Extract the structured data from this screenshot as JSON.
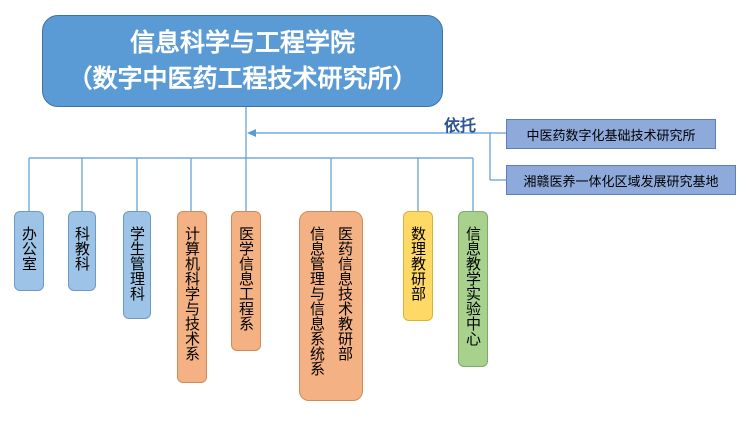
{
  "root": {
    "line1": "信息科学与工程学院",
    "line2": "（数字中医药工程技术研究所）"
  },
  "relation_label": "依托",
  "external_units": [
    "中医药数字化基础技术研究所",
    "湘赣医养一体化区域发展研究基地"
  ],
  "departments": [
    {
      "name": "办公室",
      "color": "#9dc3e6"
    },
    {
      "name": "科教科",
      "color": "#9dc3e6"
    },
    {
      "name": "学生管理科",
      "color": "#9dc3e6"
    },
    {
      "name": "计算机科学与技术系",
      "color": "#f4b183"
    },
    {
      "name": "医学信息工程系",
      "color": "#f4b183"
    },
    {
      "name": "医药信息技术教研部",
      "name2": "信息管理与信息系统系",
      "color": "#f4b183"
    },
    {
      "name": "数理教研部",
      "color": "#ffd966"
    },
    {
      "name": "信息教学实验中心",
      "color": "#a9d18e"
    }
  ]
}
